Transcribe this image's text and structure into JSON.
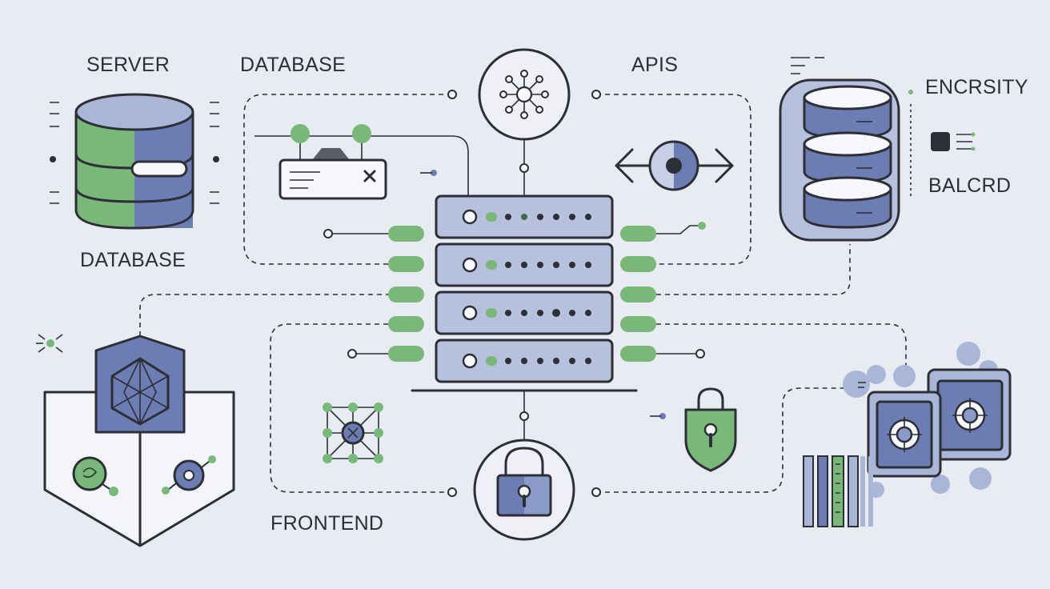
{
  "labels": {
    "server": "SERVER",
    "database_top": "DATABASE",
    "database_left": "DATABASE",
    "apis": "APIS",
    "encrsity": "ENCRSITY",
    "balcrd": "BALCRD",
    "frontend": "FRONTEND"
  },
  "icons": {
    "hub": "network-hub-icon",
    "router": "router-icon",
    "arrows": "left-right-arrows-icon",
    "rack": "server-rack-icon",
    "storage": "storage-stack-icon",
    "shield": "shield-icon",
    "network": "network-node-icon",
    "lock_circle": "padlock-icon",
    "lock_shield": "shield-lock-icon",
    "safes": "safe-icon"
  },
  "colors": {
    "background": "#e8ebf2",
    "outline": "#2c2f36",
    "blue": "#6b7db3",
    "blue_light": "#a9b6d8",
    "green": "#7ab87a",
    "green_light": "#a8d3a0",
    "white": "#f7f8fb"
  }
}
